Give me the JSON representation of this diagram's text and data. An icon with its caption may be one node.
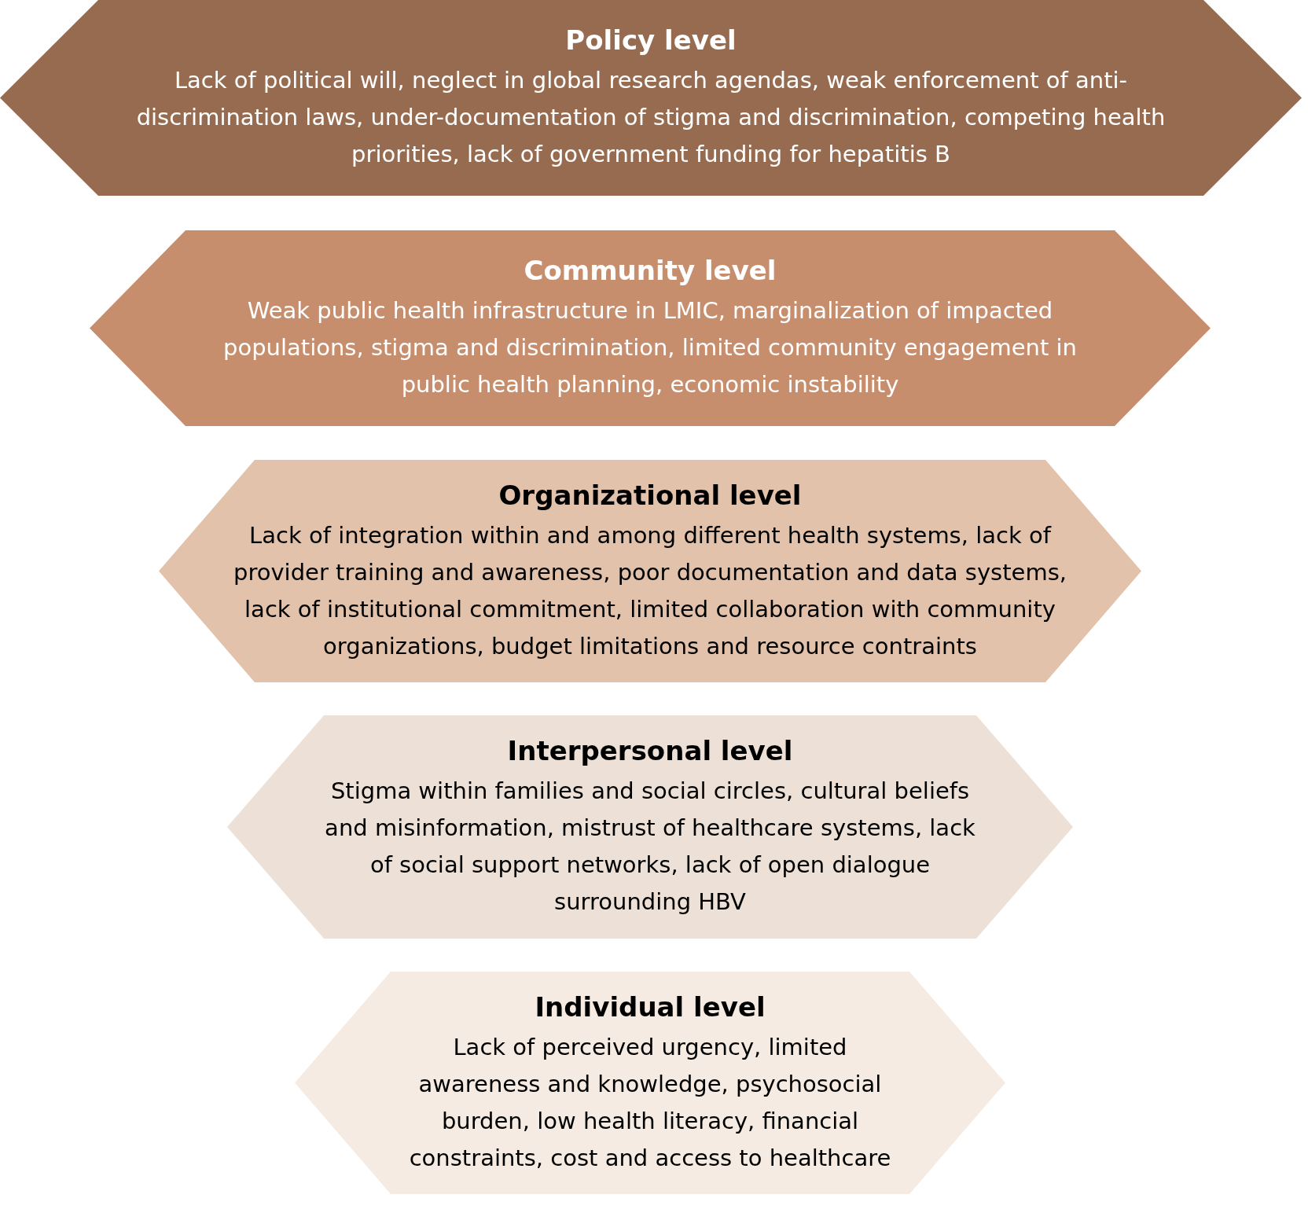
{
  "diagram": {
    "nodes": [
      {
        "text": [
          "Policy level",
          "Lack of political will, neglect in global research agendas, weak enforcement of anti-discrimination laws, under-documentation of stigma and discrimination, competing health priorities, lack of government funding for hepatitis B"
        ]
      },
      {
        "text": [
          "Community level",
          "Weak public health infrastructure in LMIC, marginalization of impacted populations, stigma and discrimination, limited community engagement in public health planning, economic instability"
        ]
      },
      {
        "text": [
          "Organizational level",
          "Lack of integration within and among different health systems, lack of provider training and awareness, poor documentation and data systems, lack of institutional commitment, limited collaboration with community organizations, budget limitations and resource contraints"
        ]
      },
      {
        "text": [
          "Interpersonal level",
          "Stigma within families and social circles, cultural beliefs and misinformation, mistrust of healthcare systems, lack of social support networks, lack of open dialogue surrounding HBV"
        ]
      },
      {
        "text": [
          "Individual level",
          "Lack of perceived urgency, limited awareness and knowledge, psychosocial burden, low health literacy, financial constraints, cost and access to healthcare"
        ]
      }
    ]
  }
}
